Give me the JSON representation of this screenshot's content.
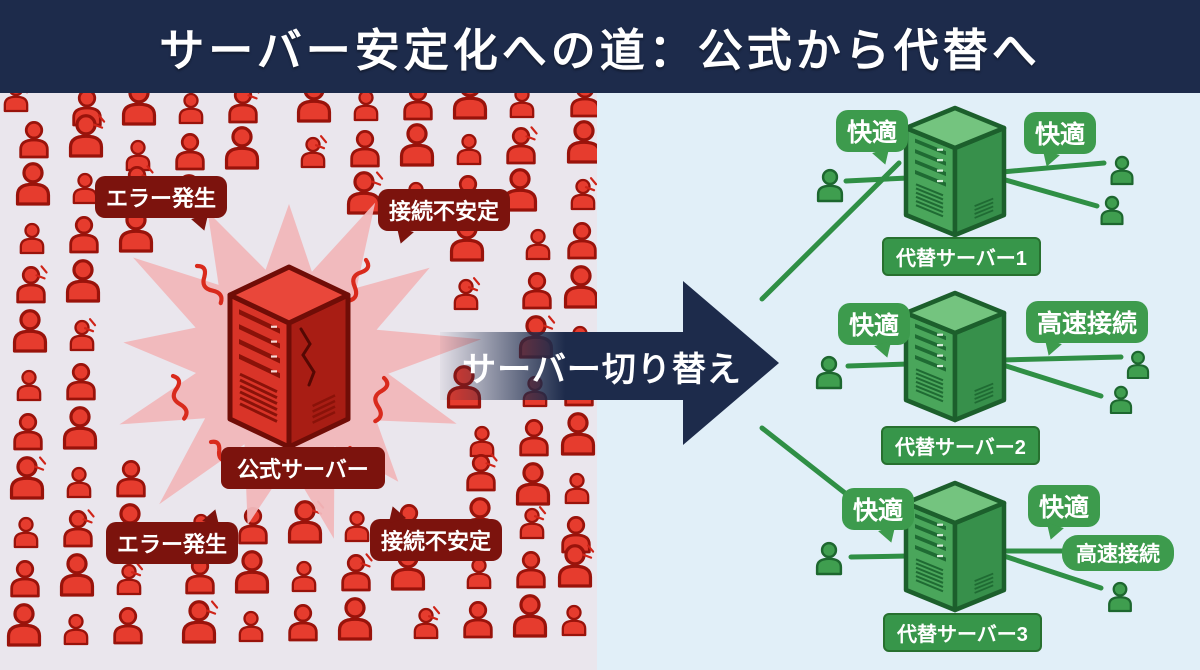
{
  "title": "サーバー安定化への道：公式から代替へ",
  "arrow": {
    "label": "サーバー切り替え"
  },
  "left_panel": {
    "server_label": "公式サーバー",
    "bubbles": [
      {
        "text": "エラー発生"
      },
      {
        "text": "接続不安定"
      },
      {
        "text": "エラー発生"
      },
      {
        "text": "接続不安定"
      }
    ]
  },
  "right_panel": {
    "servers": [
      {
        "name": "代替サーバー1",
        "left_bubble": "快適",
        "right_bubble": "快適"
      },
      {
        "name": "代替サーバー2",
        "left_bubble": "快適",
        "right_bubble": "高速接続"
      },
      {
        "name": "代替サーバー3",
        "left_bubble": "快適",
        "right_bubble": "快適",
        "extra_badge": "高速接続"
      }
    ]
  },
  "colors": {
    "title_navy": "#1d2b4b",
    "left_bg": "#eae6ed",
    "right_bg": "#e1eff8",
    "red_person": "#e63c2e",
    "red_person_outline": "#99130b",
    "maroon_bubble": "#7c130d",
    "starburst_pink": "#f1b7bb",
    "squiggle_red": "#d92a1c",
    "green_person": "#3f9e4f",
    "green_person_outline": "#1d672f",
    "green_line": "#2f8f45",
    "green_bubble": "#3d9b4d",
    "red_server": {
      "top": "#e9473a",
      "left": "#d93428",
      "right": "#a81d14",
      "outline": "#700d07",
      "slot": "#8a1209",
      "tick": "#f6d9d5",
      "crack": "#550803"
    },
    "green_server": {
      "top": "#74c47f",
      "left": "#4aa65b",
      "right": "#37904b",
      "outline": "#1c5f2c",
      "slot": "#1f6b33",
      "tick": "#d9efdc"
    }
  }
}
